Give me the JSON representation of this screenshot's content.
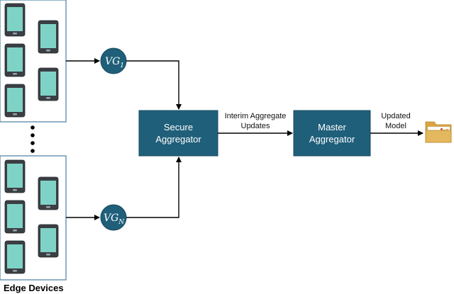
{
  "nodes": {
    "vg_top": {
      "base": "VG",
      "sub": "1"
    },
    "vg_bottom": {
      "base": "VG",
      "sub": "N"
    },
    "secure_aggregator": {
      "line1": "Secure",
      "line2": "Aggregator"
    },
    "master_aggregator": {
      "line1": "Master",
      "line2": "Aggregator"
    }
  },
  "edge_labels": {
    "interim": {
      "line1": "Interim Aggregate",
      "line2": "Updates"
    },
    "updated": {
      "line1": "Updated",
      "line2": "Model"
    }
  },
  "footer": {
    "edge_devices": "Edge Devices"
  },
  "colors": {
    "node_fill": "#1f5f7a",
    "group_border": "#4a7fa0",
    "phone_screen": "#7fd3c6",
    "phone_body": "#3a3f44",
    "folder": "#e4b85e"
  },
  "icons": {
    "device": "smartphone-icon",
    "model": "folder-icon"
  }
}
